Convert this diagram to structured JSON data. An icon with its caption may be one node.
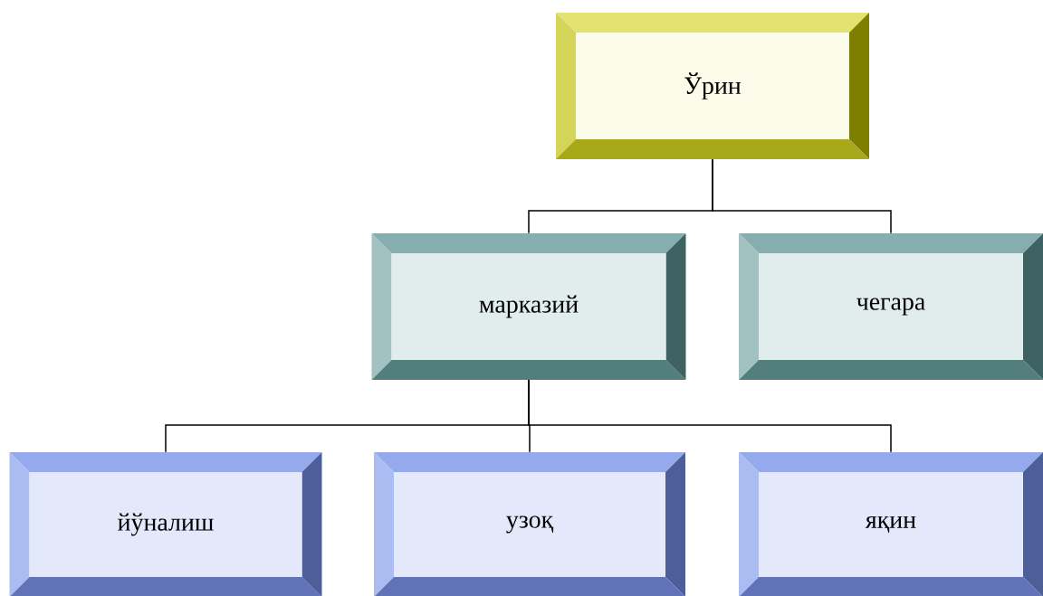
{
  "diagram": {
    "nodes": [
      {
        "text": [
          "Ўрин"
        ]
      },
      {
        "text": [
          "марказий"
        ]
      },
      {
        "text": [
          "чегара"
        ]
      },
      {
        "text": [
          "йўналиш"
        ]
      },
      {
        "text": [
          "узоқ"
        ]
      },
      {
        "text": [
          "яқин"
        ]
      }
    ],
    "edges": [
      {
        "from": 0,
        "to": 1,
        "arrow": "none"
      },
      {
        "from": 0,
        "to": 2,
        "arrow": "none"
      },
      {
        "from": 1,
        "to": 3,
        "arrow": "none"
      },
      {
        "from": 1,
        "to": 4,
        "arrow": "none"
      },
      {
        "from": 1,
        "to": 5,
        "arrow": "none"
      }
    ]
  }
}
